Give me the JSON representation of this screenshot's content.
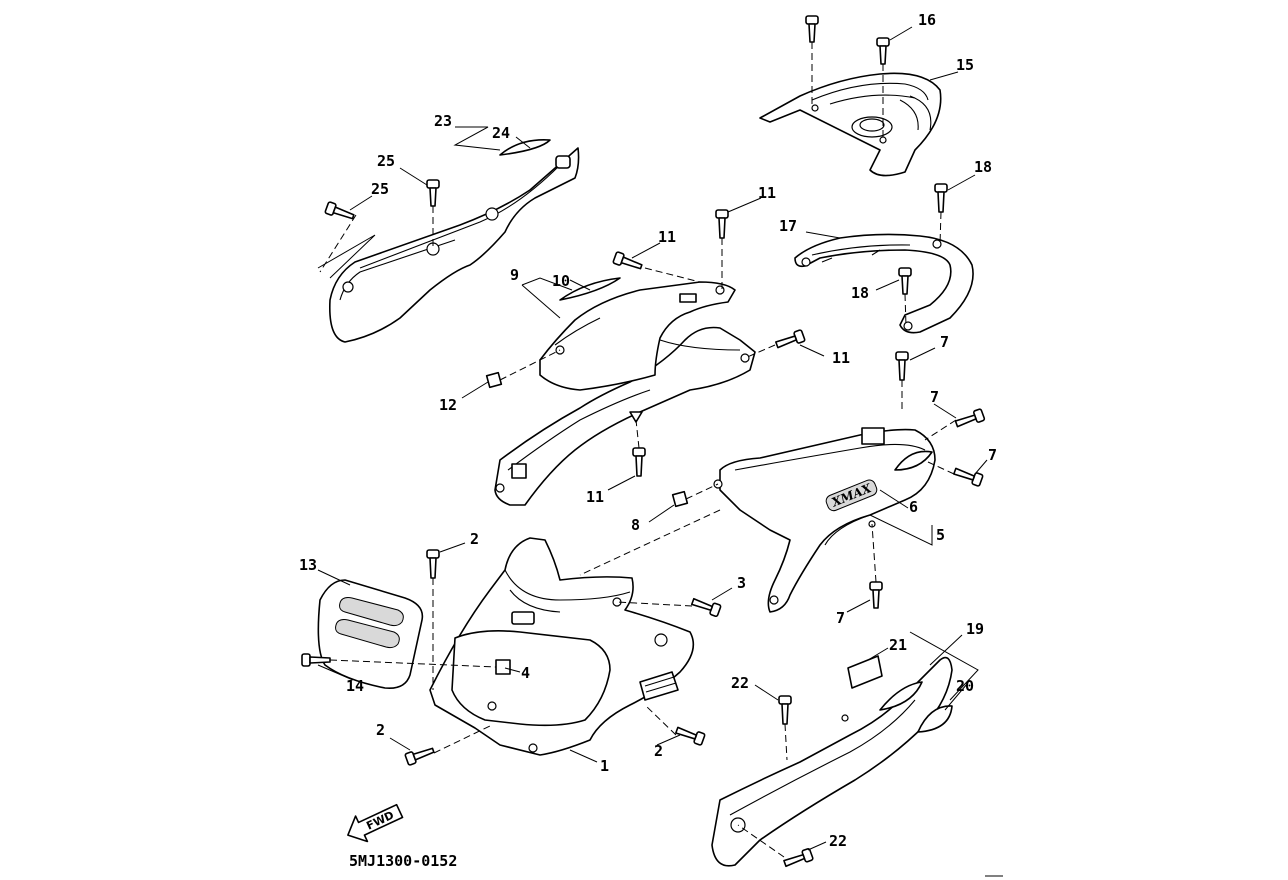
{
  "diagram_code": "5MJ1300-0152",
  "fwd_label": "FWD",
  "model_logo": "XMAX",
  "callouts": [
    "1",
    "2",
    "2",
    "2",
    "3",
    "4",
    "5",
    "6",
    "7",
    "7",
    "7",
    "7",
    "8",
    "9",
    "10",
    "11",
    "11",
    "11",
    "11",
    "12",
    "13",
    "14",
    "15",
    "16",
    "17",
    "18",
    "18",
    "19",
    "20",
    "21",
    "22",
    "22",
    "23",
    "24",
    "25",
    "25"
  ]
}
